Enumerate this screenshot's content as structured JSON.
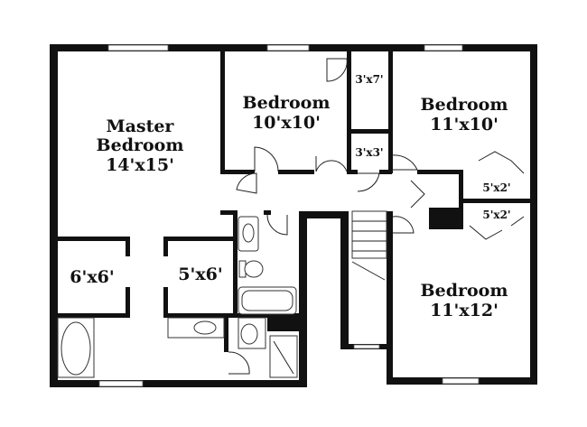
{
  "rooms": {
    "master": {
      "name1": "Master",
      "name2": "Bedroom",
      "size": "14'x15'"
    },
    "bedroom_top": {
      "name": "Bedroom",
      "size": "10'x10'"
    },
    "bedroom_right": {
      "name": "Bedroom",
      "size": "11'x10'"
    },
    "bedroom_bottom": {
      "name": "Bedroom",
      "size": "11'x12'"
    },
    "closet_left": {
      "size": "6'x6'"
    },
    "closet_mid": {
      "size": "5'x6'"
    },
    "closet_3x7": {
      "size": "3'x7'"
    },
    "closet_3x3": {
      "size": "3'x3'"
    },
    "closet_5x2_top": {
      "size": "5'x2'"
    },
    "closet_5x2_bottom": {
      "size": "5'x2'"
    }
  },
  "colors": {
    "wall": "#111111",
    "background": "#ffffff"
  }
}
